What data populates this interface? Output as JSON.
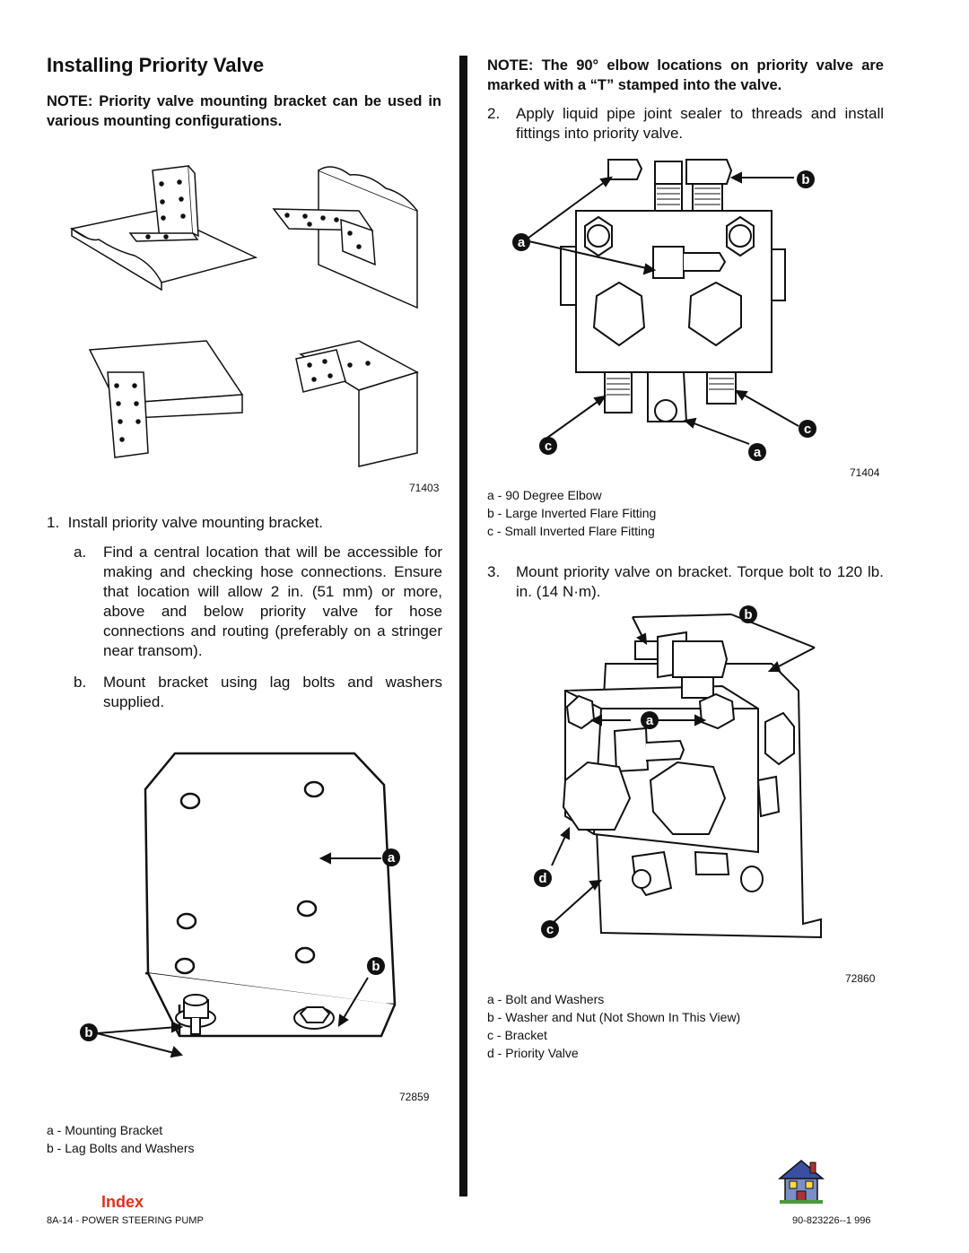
{
  "page": {
    "title": "Installing Priority Valve",
    "note_left": "NOTE: Priority valve mounting bracket can be used in various mounting configurations.",
    "note_right": "NOTE: The 90° elbow locations on priority valve are marked with a “T” stamped into the valve."
  },
  "figures": {
    "fig1": {
      "number": "71403"
    },
    "fig2": {
      "number": "72859",
      "callouts": [
        "a",
        "b",
        "b"
      ],
      "legend": [
        {
          "key": "a",
          "text": "Mounting Bracket"
        },
        {
          "key": "b",
          "text": "Lag Bolts and Washers"
        }
      ]
    },
    "fig3": {
      "number": "71404",
      "callouts": [
        "a",
        "b",
        "c",
        "c",
        "a"
      ],
      "legend": [
        {
          "key": "a",
          "text": "90 Degree Elbow"
        },
        {
          "key": "b",
          "text": "Large Inverted Flare Fitting"
        },
        {
          "key": "c",
          "text": "Small Inverted Flare Fitting"
        }
      ]
    },
    "fig4": {
      "number": "72860",
      "callouts": [
        "b",
        "a",
        "d",
        "c"
      ],
      "legend": [
        {
          "key": "a",
          "text": "Bolt and Washers"
        },
        {
          "key": "b",
          "text": "Washer and Nut (Not Shown In This View)"
        },
        {
          "key": "c",
          "text": "Bracket"
        },
        {
          "key": "d",
          "text": "Priority Valve"
        }
      ]
    }
  },
  "steps": {
    "step1": "1.  Install priority valve mounting bracket.",
    "step1a": "Find a central location that will be accessible for making and checking hose connections. Ensure that location will allow 2 in. (51 mm) or more, above and below priority valve for hose connections and routing (preferably on a stringer near transom).",
    "step1a_marker": "a.",
    "step1b": "Mount bracket using lag bolts and washers supplied.",
    "step1b_marker": "b.",
    "step2_marker": "2.",
    "step2": "Apply liquid pipe joint sealer to threads and install fittings into priority valve.",
    "step3_marker": "3.",
    "step3": "Mount priority valve on bracket. Torque bolt to 120 lb. in. (14 N·m)."
  },
  "footer": {
    "index_label": "Index",
    "left": "8A-14 - POWER STEERING PUMP",
    "right": "90-823226--1  996",
    "home_icon": "house-icon"
  },
  "colors": {
    "index": "#e0301e",
    "ink": "#111111"
  }
}
